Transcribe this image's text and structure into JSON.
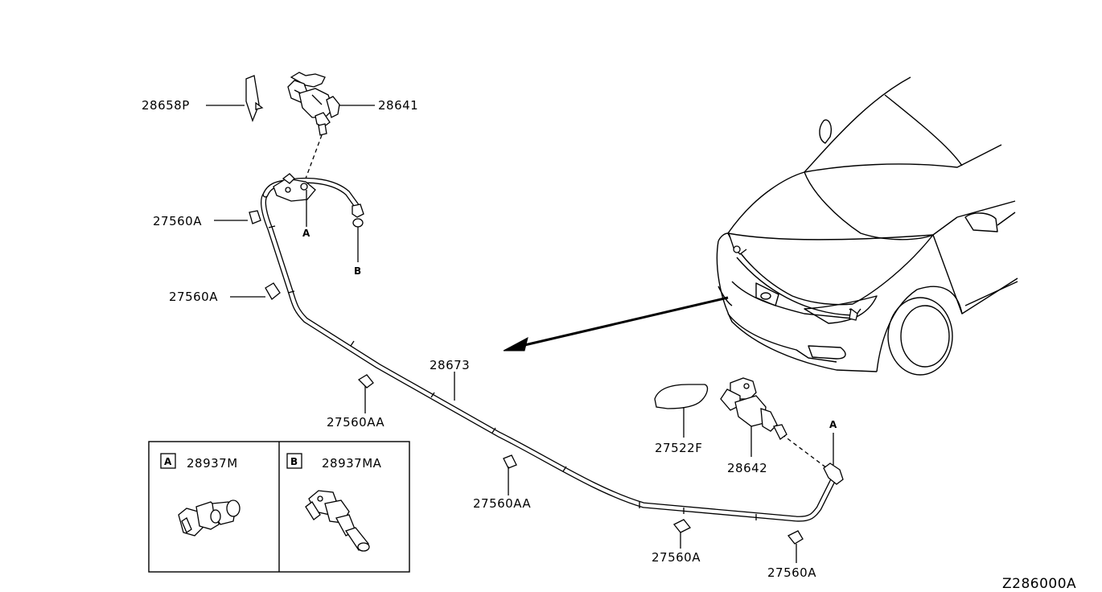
{
  "labels": {
    "p28658P": "28658P",
    "p28641": "28641",
    "p27560A_1": "27560A",
    "p27560A_2": "27560A",
    "p28673": "28673",
    "p27560AA_1": "27560AA",
    "p27560AA_2": "27560AA",
    "p27522F": "27522F",
    "p28642": "28642",
    "p27560A_3": "27560A",
    "p27560A_4": "27560A",
    "refA_top": "A",
    "refB_top": "B",
    "refA_right": "A"
  },
  "inset": {
    "a": {
      "ref": "A",
      "part": "28937M"
    },
    "b": {
      "ref": "B",
      "part": "28937MA"
    }
  },
  "diagram_code": "Z286000A"
}
